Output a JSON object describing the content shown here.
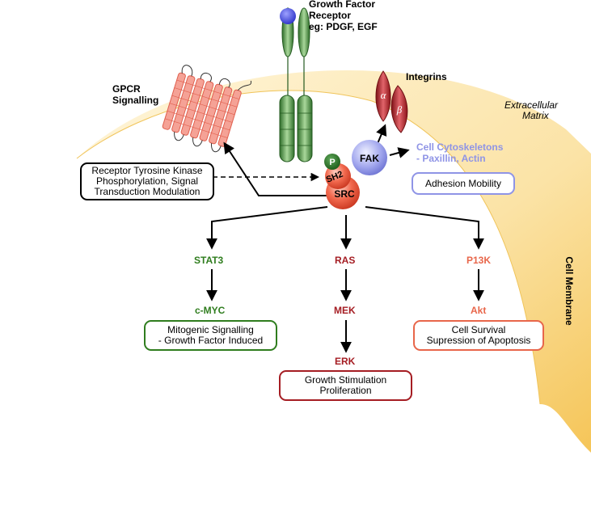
{
  "labels": {
    "growth_factor_line1": "Growth Factor",
    "growth_factor_line2": "Receptor",
    "growth_factor_line3": "eg: PDGF, EGF",
    "gpcr_line1": "GPCR",
    "gpcr_line2": "Signalling",
    "integrins": "Integrins",
    "alpha": "α",
    "beta": "β",
    "extracellular_line1": "Extracellular",
    "extracellular_line2": "Matrix",
    "cell_membrane": "Cell Membrane",
    "p": "P",
    "sh2": "SH2",
    "src": "SRC",
    "fak": "FAK",
    "cytoskeleton_line1": "Cell Cytoskeletons",
    "cytoskeleton_line2": "- Paxillin, Actin",
    "stat3": "STAT3",
    "ras": "RAS",
    "p13k": "P13K",
    "cmyc": "c-MYC",
    "mek": "MEK",
    "akt": "Akt",
    "erk": "ERK"
  },
  "boxes": {
    "rtk": [
      "Receptor Tyrosine Kinase",
      "Phosphorylation, Signal",
      "Transduction Modulation"
    ],
    "adhesion": [
      "Adhesion Mobility"
    ],
    "mitogenic": [
      "Mitogenic Signalling",
      "- Growth Factor Induced"
    ],
    "survival": [
      "Cell Survival",
      "Supression of Apoptosis"
    ],
    "growth": [
      "Growth Stimulation",
      "Proliferation"
    ]
  },
  "colors": {
    "stat3": "#2f7d1e",
    "ras": "#a51d23",
    "p13k": "#e8664a",
    "fak": "#8f94e6",
    "cytoskeleton": "#8f94e6",
    "receptor": "#3e8a3a",
    "ligand": "#4a4fd8",
    "membrane": "#f6c860",
    "integrin": "#b8222a",
    "gpcr": "#f08a7a"
  }
}
